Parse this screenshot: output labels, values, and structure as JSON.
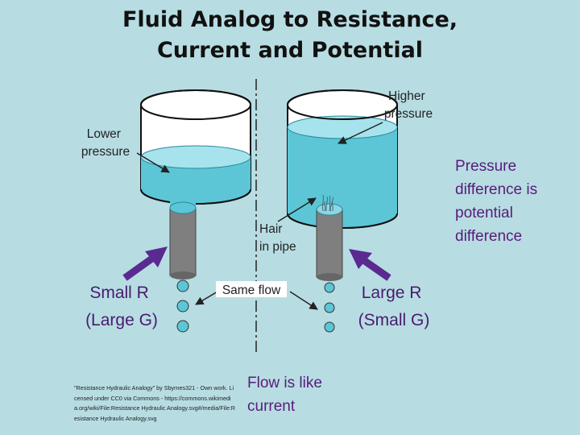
{
  "title": {
    "line1": "Fluid Analog to Resistance,",
    "line2": "Current and Potential"
  },
  "diagram": {
    "lower_pressure_line1": "Lower",
    "lower_pressure_line2": "pressure",
    "higher_pressure_line1": "Higher",
    "higher_pressure_line2": "pressure",
    "hair_line1": "Hair",
    "hair_line2": "in pipe",
    "same_flow": "Same flow",
    "small_r_line1": "Small R",
    "small_r_line2": "(Large G)",
    "large_r_line1": "Large R",
    "large_r_line2": "(Small G)"
  },
  "pressure_note": {
    "line1": "Pressure",
    "line2": "difference is",
    "line3": "potential",
    "line4": "difference"
  },
  "flow_note": {
    "line1": "Flow is like",
    "line2": "current"
  },
  "credit": "\"Resistance Hydraulic Analogy\" by Sbyrnes321 - Own work. Licensed under CC0 via Commons - https://commons.wikimedia.org/wiki/File:Resistance Hydraulic Analogy.svg#/media/File:Resistance Hydraulic Analogy.svg",
  "colors": {
    "background": "#b7dde3",
    "water": "#5cc6d6",
    "pipe": "#7f7f7f",
    "arrow": "#5a2a91"
  }
}
